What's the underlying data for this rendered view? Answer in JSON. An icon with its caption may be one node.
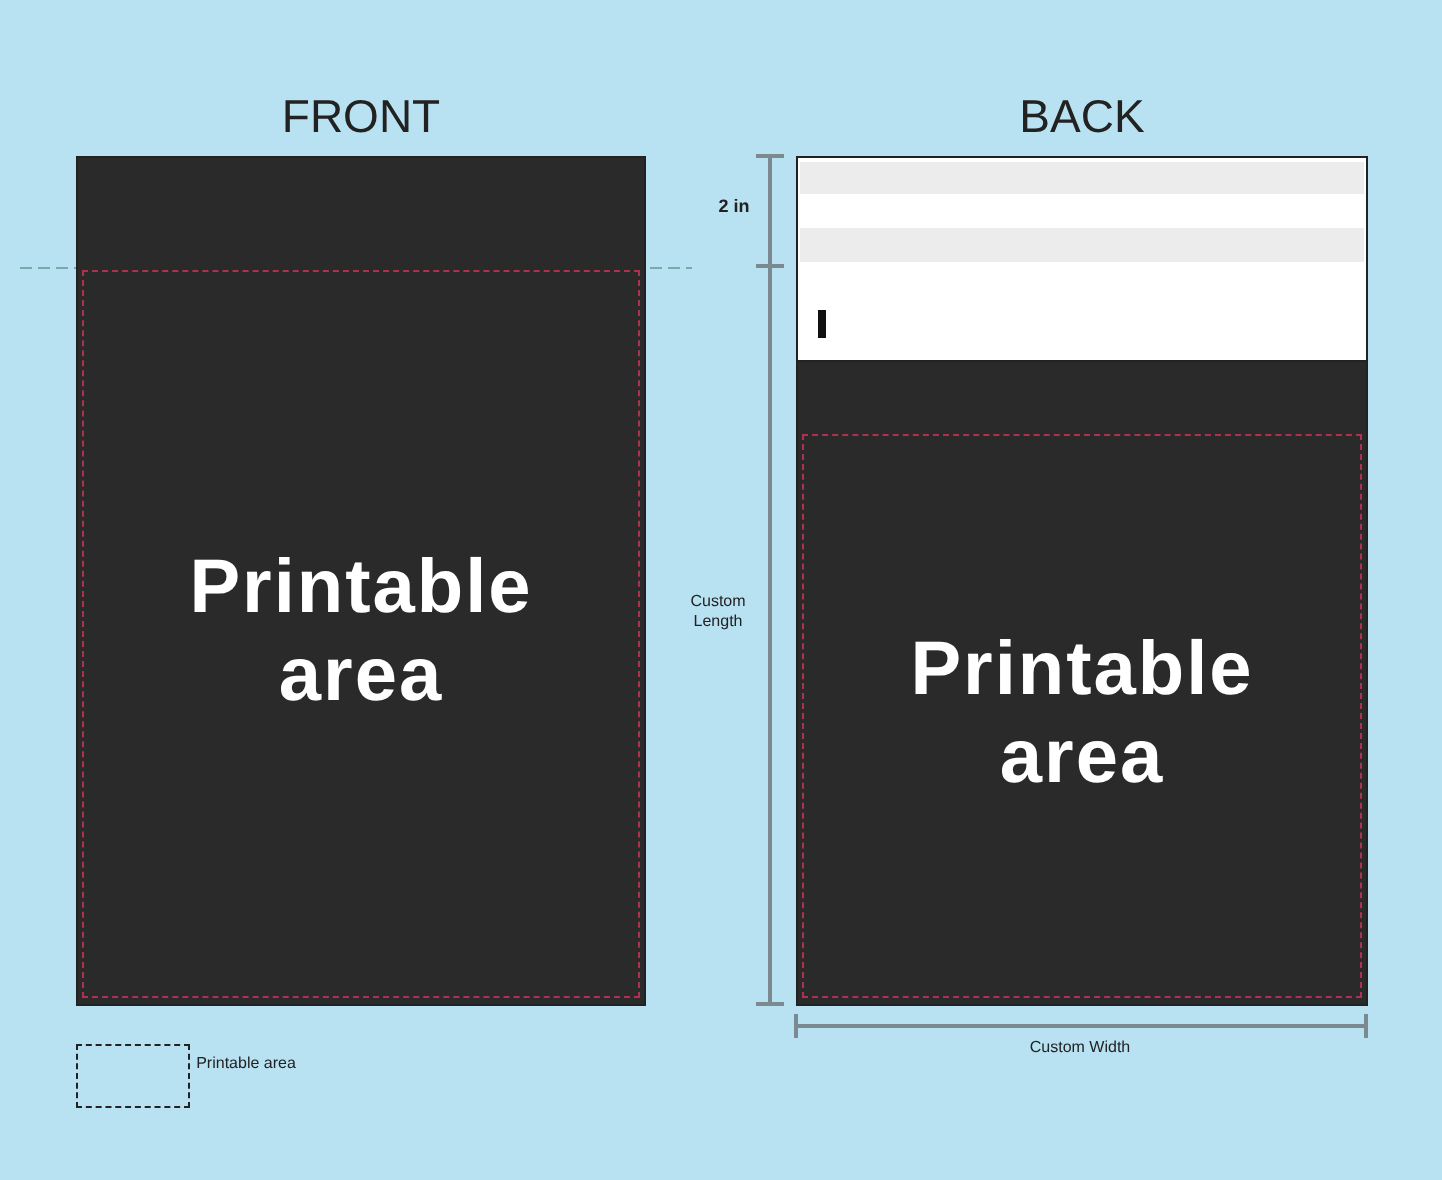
{
  "diagram": {
    "nodes": [
      {
        "text": [
          "FRONT"
        ]
      },
      {
        "text": [
          "Printable area"
        ],
        "in": 0
      },
      {
        "text": [
          "BACK"
        ]
      },
      {
        "text": [
          "Printable area"
        ],
        "in": 2
      }
    ],
    "labels": [
      "2 in",
      "Custom Length",
      "Custom Width"
    ],
    "legend": [
      {
        "text": "Printable area"
      }
    ]
  }
}
